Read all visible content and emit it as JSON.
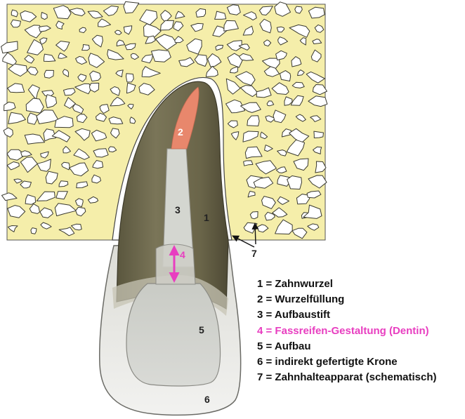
{
  "labels": {
    "l1": "1",
    "l2": "2",
    "l3": "3",
    "l4": "4",
    "l5": "5",
    "l6": "6",
    "l7": "7"
  },
  "legend": [
    "1 = Zahnwurzel",
    "2 = Wurzelfüllung",
    "3 = Aufbaustift",
    "4 = Fassreifen-Gestaltung (Dentin)",
    "5 = Aufbau",
    "6 = indirekt gefertigte Krone",
    "7 = Zahnhalteapparat (schematisch)"
  ],
  "colors": {
    "bone": "#f5eeaa",
    "marrow_space": "#ffffff",
    "root": "#6e6a4f",
    "root_filling": "#e8876c",
    "post": "#d4d6d0",
    "crown": "#ececea",
    "highlight": "#e83ec0"
  }
}
